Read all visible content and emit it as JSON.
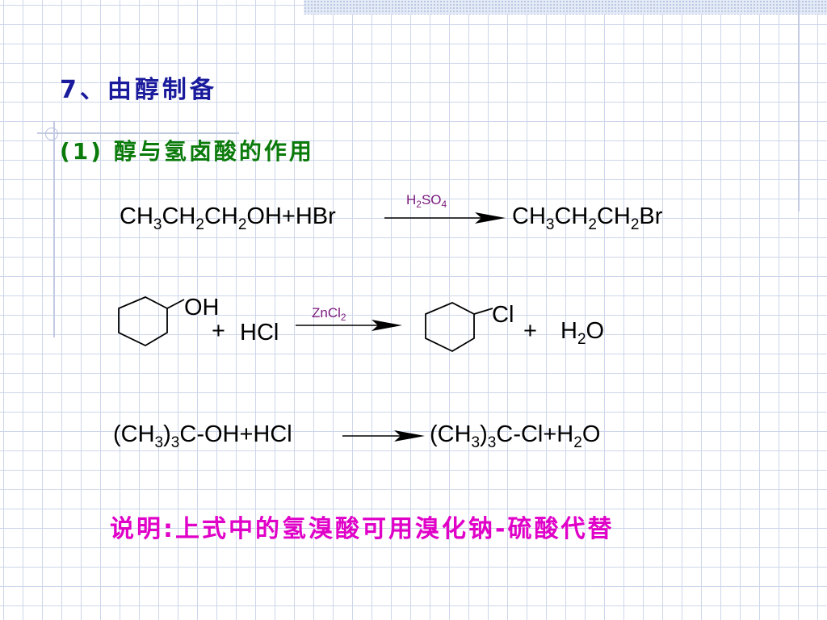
{
  "heading": "7、由醇制备",
  "subheading": "(1) 醇与氢卤酸的作用",
  "reaction1": {
    "reactants": {
      "p1": "CH",
      "s1": "3",
      "p2": "CH",
      "s2": "2",
      "p3": "CH",
      "s3": "2",
      "p4": "OH+HBr"
    },
    "catalyst": {
      "p1": "H",
      "s1": "2",
      "p2": "SO",
      "s2": "4"
    },
    "product": {
      "p1": "CH",
      "s1": "3",
      "p2": "CH",
      "s2": "2",
      "p3": "CH",
      "s3": "2",
      "p4": "Br"
    }
  },
  "reaction2": {
    "substituent_left": "OH",
    "plus1": "+",
    "reagent": "HCl",
    "catalyst": {
      "p1": "ZnCl",
      "s1": "2"
    },
    "substituent_right": "Cl",
    "plus2": "+",
    "water": {
      "p1": "H",
      "s1": "2",
      "p2": "O"
    }
  },
  "reaction3": {
    "reactants": {
      "p1": "(CH",
      "s1": "3",
      "p2": ")",
      "s2": "3",
      "p3": "C-OH+HCl"
    },
    "product": {
      "p1": "(CH",
      "s1": "3",
      "p2": ")",
      "s2": "3",
      "p3": "C-Cl+H",
      "s3": "2",
      "p4": "O"
    }
  },
  "note": "说明:上式中的氢溴酸可用溴化钠-硫酸代替",
  "colors": {
    "heading": "#1a1a9c",
    "subheading": "#0a7a0a",
    "note": "#e000c8",
    "catalyst": "#7b1a7b"
  }
}
